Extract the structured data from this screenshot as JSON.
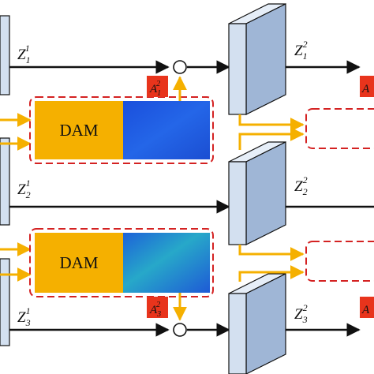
{
  "diagram": {
    "z_labels": [
      {
        "base": "Z",
        "sub": "1",
        "sup": "1"
      },
      {
        "base": "Z",
        "sub": "1",
        "sup": "2"
      },
      {
        "base": "Z",
        "sub": "2",
        "sup": "1"
      },
      {
        "base": "Z",
        "sub": "2",
        "sup": "2"
      },
      {
        "base": "Z",
        "sub": "3",
        "sup": "1"
      },
      {
        "base": "Z",
        "sub": "3",
        "sup": "2"
      }
    ],
    "dam_blocks": [
      {
        "label": "DAM"
      },
      {
        "label": "DAM"
      }
    ],
    "attention_badges": [
      {
        "base": "A",
        "sub": "1",
        "sup": "2"
      },
      {
        "base": "A",
        "sub": "3",
        "sup": "2"
      },
      {
        "base": "A",
        "sub": "",
        "sup": ""
      },
      {
        "base": "A",
        "sub": "",
        "sup": ""
      }
    ],
    "colors": {
      "dam_fill": "#f5b000",
      "arrow_orange": "#f5b000",
      "badge_fill": "#e8341c",
      "dashed_border": "#d42222",
      "block_face": "#d3e0f0",
      "block_side": "#9fb6d6",
      "block_top": "#e6eef8",
      "heatmap_1": "#1f57e0",
      "heatmap_2": "#2aa0d8"
    }
  }
}
